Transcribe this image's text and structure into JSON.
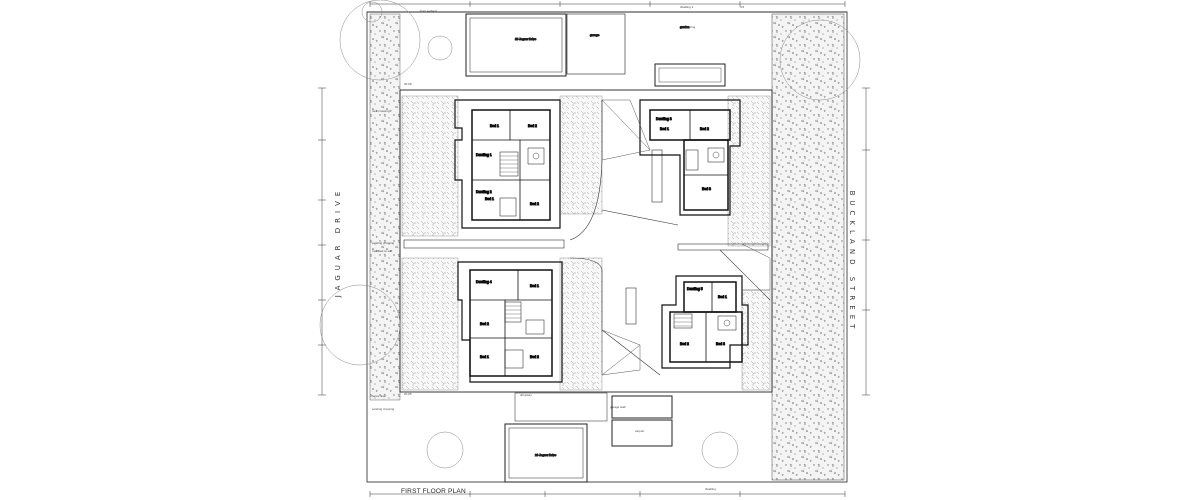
{
  "drawing": {
    "caption": "FIRST FLOOR PLAN",
    "street_west": "JAGUAR DRIVE",
    "street_east": "BUCKLAND STREET"
  }
}
